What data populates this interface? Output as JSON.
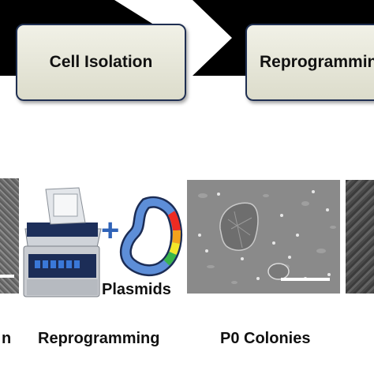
{
  "steps": [
    "Cell Isolation",
    "Reprogramming"
  ],
  "symbols": {
    "plus": "+"
  },
  "labels": {
    "plasmids": "Plasmids",
    "captions": [
      "n",
      "Reprogramming",
      "P0 Colonies"
    ]
  },
  "icons": [
    "nucleofector-device-icon",
    "plasmid-icon"
  ],
  "colors": {
    "arrow": "#000000",
    "box_border": "#1f2f52",
    "plus": "#2f63b8"
  }
}
